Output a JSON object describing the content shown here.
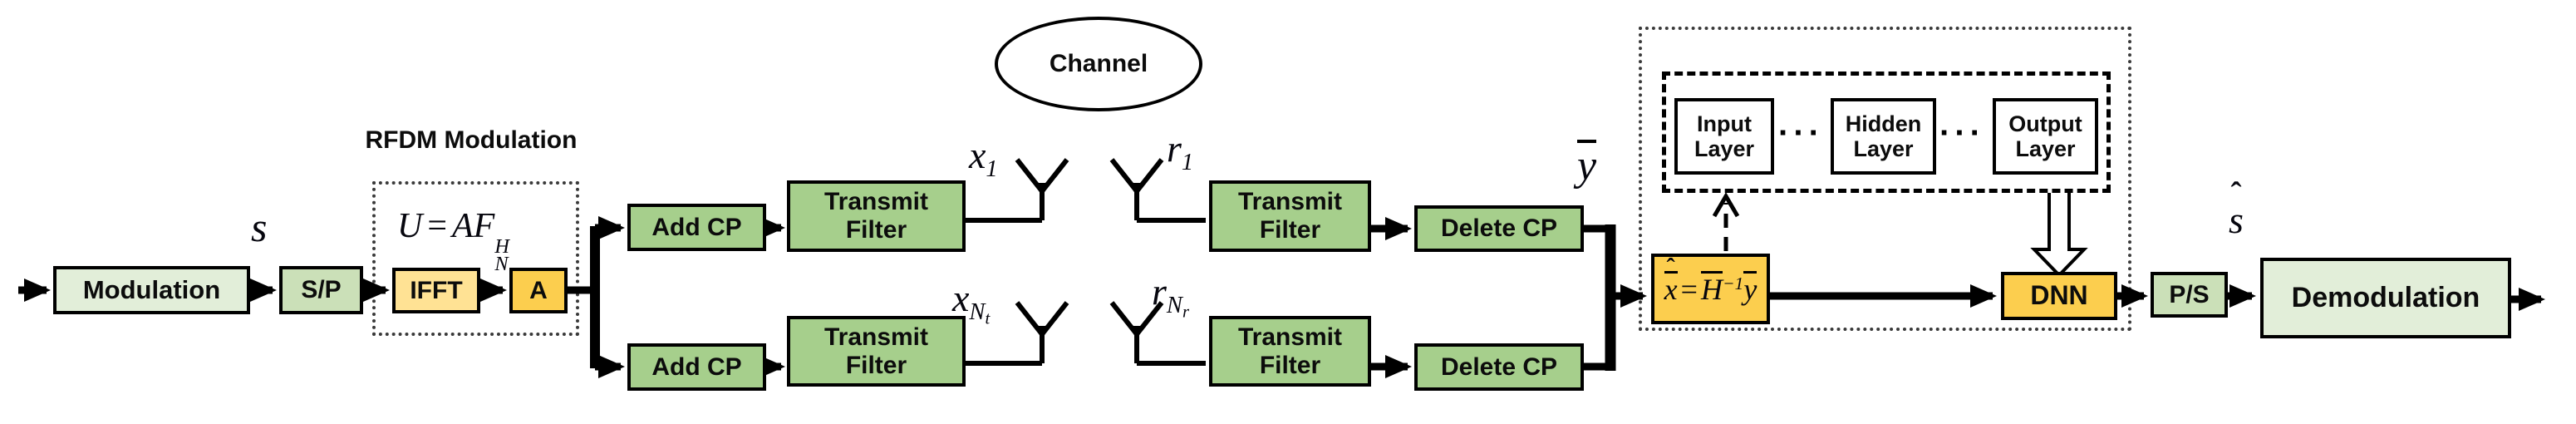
{
  "blocks": {
    "modulation": "Modulation",
    "serial_to_parallel": "S/P",
    "ifft": "IFFT",
    "a_matrix": "A",
    "add_cp": "Add CP",
    "transmit_filter": "Transmit Filter",
    "delete_cp": "Delete CP",
    "dnn": "DNN",
    "parallel_to_serial": "P/S",
    "demodulation": "Demodulation"
  },
  "groups": {
    "rfdm_title": "RFDM Modulation",
    "channel": "Channel"
  },
  "nn": {
    "layers": [
      "Input Layer",
      "Hidden Layer",
      "Output Layer"
    ],
    "dots": "···"
  },
  "math": {
    "s": "s",
    "s_hat": {
      "hat": "ˆ",
      "base": "s"
    },
    "x1": {
      "base": "x",
      "sub": "1"
    },
    "x_nt": {
      "base": "x",
      "sub": "N",
      "subsub": "t"
    },
    "r1": {
      "base": "r",
      "sub": "1"
    },
    "r_nr": {
      "base": "r",
      "sub": "N",
      "subsub": "r"
    },
    "y_bar": "y",
    "u_formula": {
      "u": "U",
      "equals": "=",
      "af": "AF",
      "sup": "H",
      "sub": "N"
    },
    "equalizer": {
      "hat": "ˆ",
      "x": "x",
      "equals": "=",
      "h": "H",
      "exp": "−1",
      "y": "y"
    }
  },
  "colors": {
    "light_green": "#e2eed9",
    "mid_green": "#cbe0b8",
    "green": "#a6cf8c",
    "light_yellow": "#ffe294",
    "gold": "#fcce4e",
    "line": "#000000"
  }
}
